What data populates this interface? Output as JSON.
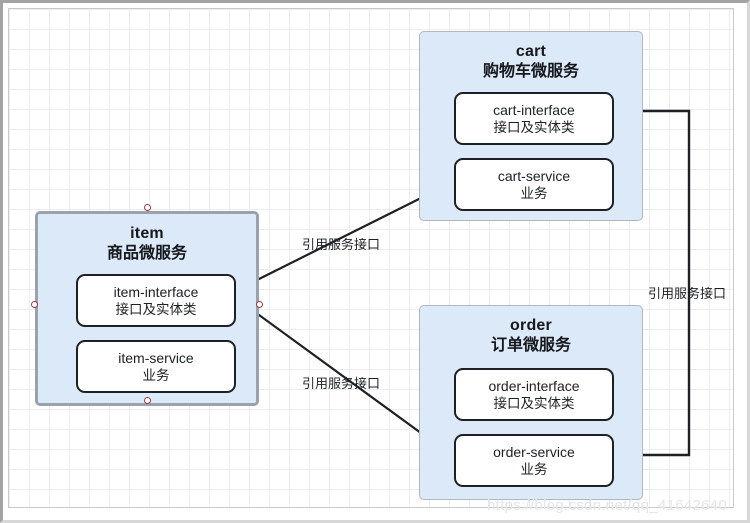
{
  "diagram": {
    "title": "microservice-reference-diagram",
    "watermark": "https://blog.csdn.net/qq_41642640",
    "colors": {
      "container_fill": "#dce9f8",
      "container_border": "#b0b7bf",
      "selected_border": "#9aa3ad",
      "module_fill": "#ffffff",
      "module_border": "#1d2024",
      "connector": "#1d2024",
      "handle_stroke": "#a23b3b",
      "grid_minor": "#ededed",
      "grid_major": "#d8d8d8"
    },
    "services": [
      {
        "id": "item",
        "name_en": "item",
        "name_cn": "商品微服务",
        "selected": true,
        "modules": [
          {
            "id": "item-interface",
            "name_en": "item-interface",
            "name_cn": "接口及实体类"
          },
          {
            "id": "item-service",
            "name_en": "item-service",
            "name_cn": "业务"
          }
        ]
      },
      {
        "id": "cart",
        "name_en": "cart",
        "name_cn": "购物车微服务",
        "selected": false,
        "modules": [
          {
            "id": "cart-interface",
            "name_en": "cart-interface",
            "name_cn": "接口及实体类"
          },
          {
            "id": "cart-service",
            "name_en": "cart-service",
            "name_cn": "业务"
          }
        ]
      },
      {
        "id": "order",
        "name_en": "order",
        "name_cn": "订单微服务",
        "selected": false,
        "modules": [
          {
            "id": "order-interface",
            "name_en": "order-interface",
            "name_cn": "接口及实体类"
          },
          {
            "id": "order-service",
            "name_en": "order-service",
            "name_cn": "业务"
          }
        ]
      }
    ],
    "connections": [
      {
        "id": "item-to-cart",
        "from": "item-interface",
        "to": "cart-service",
        "label": "引用服务接口"
      },
      {
        "id": "item-to-order",
        "from": "item-interface",
        "to": "order-service",
        "label": "引用服务接口"
      },
      {
        "id": "cart-to-order",
        "from": "cart-interface",
        "to": "order-service",
        "label": "引用服务接口"
      }
    ]
  }
}
